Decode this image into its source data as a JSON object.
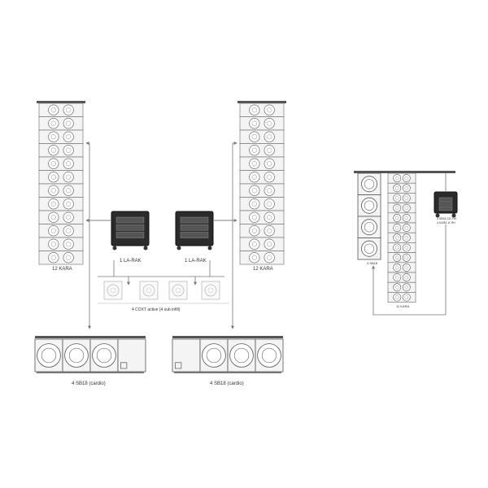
{
  "labels": {
    "left_array": "12 KARA",
    "right_array": "12 KARA",
    "left_rack": "1 LA-RAK",
    "right_rack": "1 LA-RAK",
    "coax_note": "4 COXT active (4 sub infill)",
    "left_subs": "4 SB18 (cardio)",
    "right_subs": "4 SB18 (cardio)",
    "side_subs": "4 SB18",
    "side_array": "11 KARA",
    "side_rack_line1": "4 SB18 12L DH",
    "side_rack_line2": "4 KARA 11 RH"
  },
  "icons": [
    "kara-line-array-icon",
    "amplifier-rack-icon",
    "subwoofer-icon",
    "coaxial-monitor-icon",
    "arrow-icon"
  ],
  "colors": {
    "line": "#777777",
    "rack": "#2b2b2b",
    "speaker_fill": "#f4f4f4"
  }
}
